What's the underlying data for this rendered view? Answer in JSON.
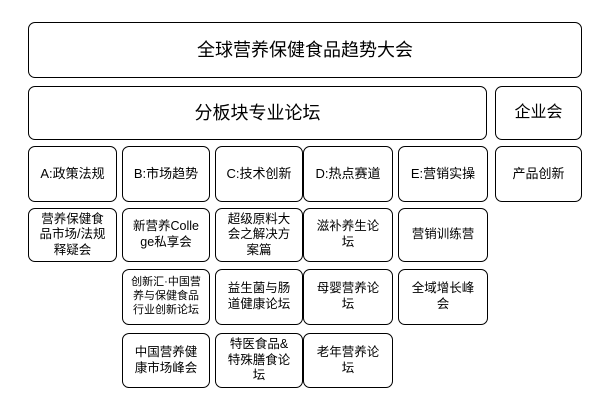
{
  "colors": {
    "border": "#000000",
    "text": "#000000",
    "background": "#ffffff"
  },
  "conference": {
    "title": "全球营养保健食品趋势大会",
    "forum_header": "分板块专业论坛",
    "enterprise_meeting": "企业会",
    "tracks": [
      {
        "label": "A:政策法规",
        "sessions": [
          "营养保健食品市场/法规释疑会"
        ]
      },
      {
        "label": "B:市场趋势",
        "sessions": [
          "新营养College私享会",
          "创新汇·中国营养与保健食品行业创新论坛",
          "中国营养健康市场峰会"
        ]
      },
      {
        "label": "C:技术创新",
        "sessions": [
          "超级原料大会之解决方案篇",
          "益生菌与肠道健康论坛",
          "特医食品&特殊膳食论坛"
        ]
      },
      {
        "label": "D:热点赛道",
        "sessions": [
          "滋补养生论坛",
          "母婴营养论坛",
          "老年营养论坛"
        ]
      },
      {
        "label": "E:营销实操",
        "sessions": [
          "营销训练营",
          "全域增长峰会"
        ]
      },
      {
        "label": "产品创新",
        "sessions": []
      }
    ]
  }
}
